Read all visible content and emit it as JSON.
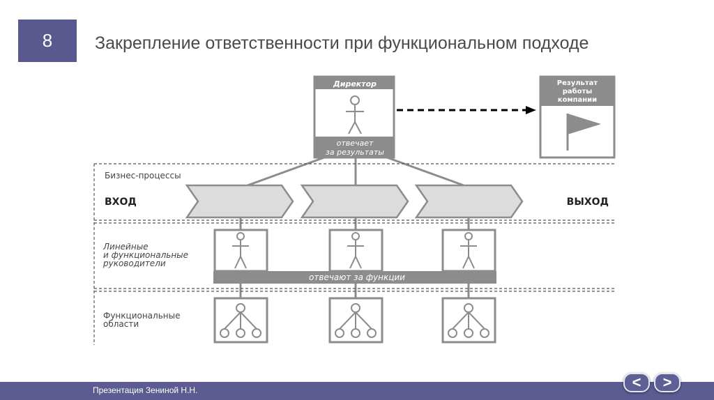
{
  "slide": {
    "number": "8",
    "title": "Закрепление ответственности при функциональном подходе"
  },
  "diagram": {
    "director": {
      "label": "Директор",
      "caption_line1": "отвечает",
      "caption_line2": "за результаты"
    },
    "result": {
      "line1": "Результат",
      "line2": "работы",
      "line3": "компании"
    },
    "lanes": {
      "business_processes": "Бизнес-процессы",
      "input": "ВХОД",
      "output": "ВЫХОД",
      "managers_line1": "Линейные",
      "managers_line2": "и функциональные",
      "managers_line3": "руководители",
      "functions_caption": "отвечают за функции",
      "areas_line1": "Функциональные",
      "areas_line2": "области"
    }
  },
  "footer": {
    "text": "Презентация Зениной Н.Н.",
    "prev": "<",
    "next": ">"
  }
}
